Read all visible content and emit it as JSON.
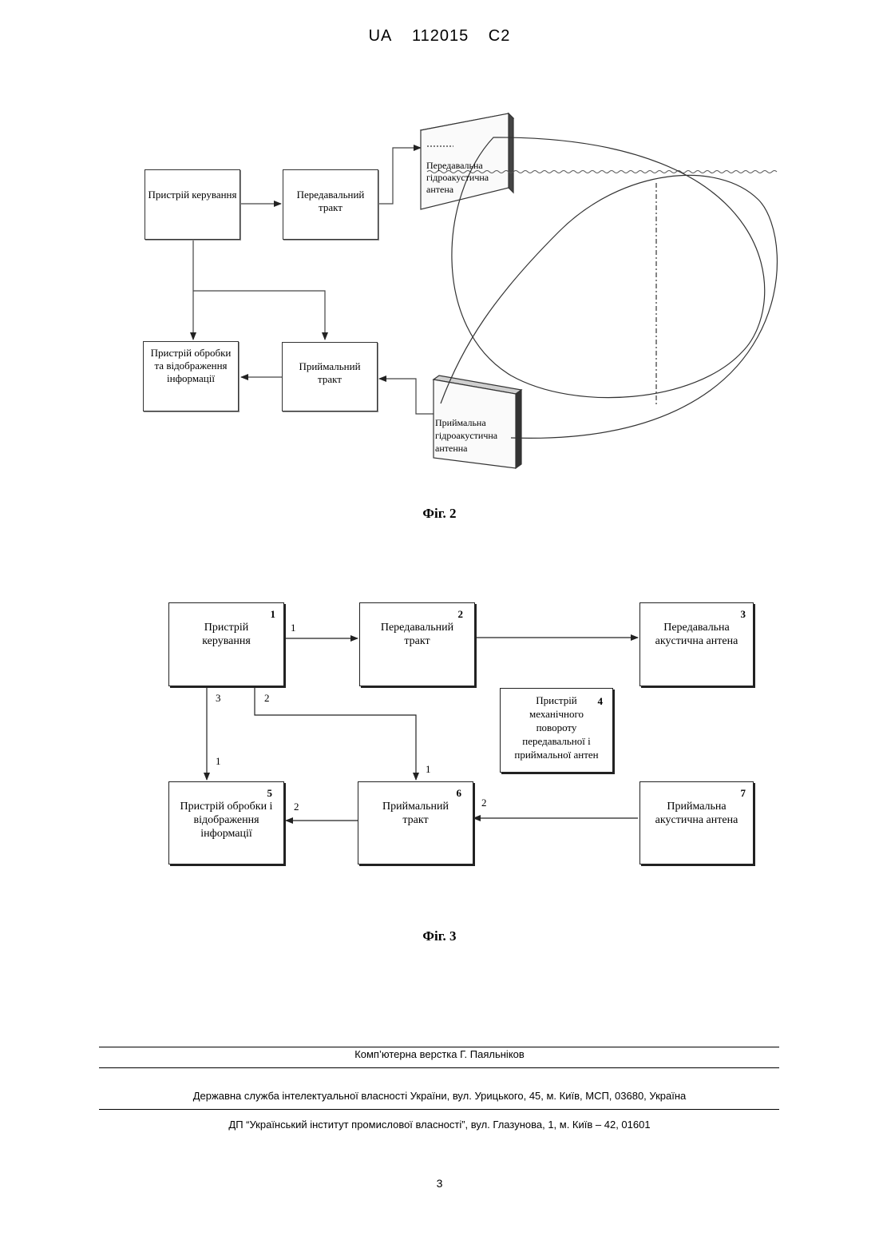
{
  "header": {
    "country": "UA",
    "number": "112015",
    "kind": "C2"
  },
  "fig2": {
    "caption": "Фіг. 2",
    "control_device": "Пристрій керування",
    "transmit_path": "Передавальний тракт",
    "processing_device": "Пристрій обробки та відображення інформації",
    "receive_path": "Приймальний тракт",
    "transmit_antenna": "Передавальна гідроакустична антена",
    "receive_antenna": "Приймальна гідроакустична антенна"
  },
  "fig3": {
    "caption": "Фіг. 3",
    "blocks": [
      {
        "id": "1",
        "label": "Пристрій керування"
      },
      {
        "id": "2",
        "label": "Передавальний тракт"
      },
      {
        "id": "3",
        "label": "Передавальна акустична антена"
      },
      {
        "id": "4",
        "label": "Пристрій механічного повороту передавальної і приймальної антен"
      },
      {
        "id": "5",
        "label": "Пристрій обробки і відображення інформації"
      },
      {
        "id": "6",
        "label": "Приймальний тракт"
      },
      {
        "id": "7",
        "label": "Приймальна акустична антена"
      }
    ],
    "port_labels": {
      "b1_out1": "1",
      "b1_out3": "3",
      "b1_out2": "2",
      "b5_in1": "1",
      "b6_in1": "1",
      "b5_in2": "2",
      "b6_in2": "2"
    }
  },
  "footer": {
    "layout_credit": "Комп’ютерна верстка Г. Паяльніков",
    "agency": "Державна служба інтелектуальної власності України, вул. Урицького, 45, м. Київ, МСП, 03680, Україна",
    "institute": "ДП “Український інститут промислової власності”, вул. Глазунова, 1, м. Київ – 42, 01601",
    "page_number": "3"
  }
}
